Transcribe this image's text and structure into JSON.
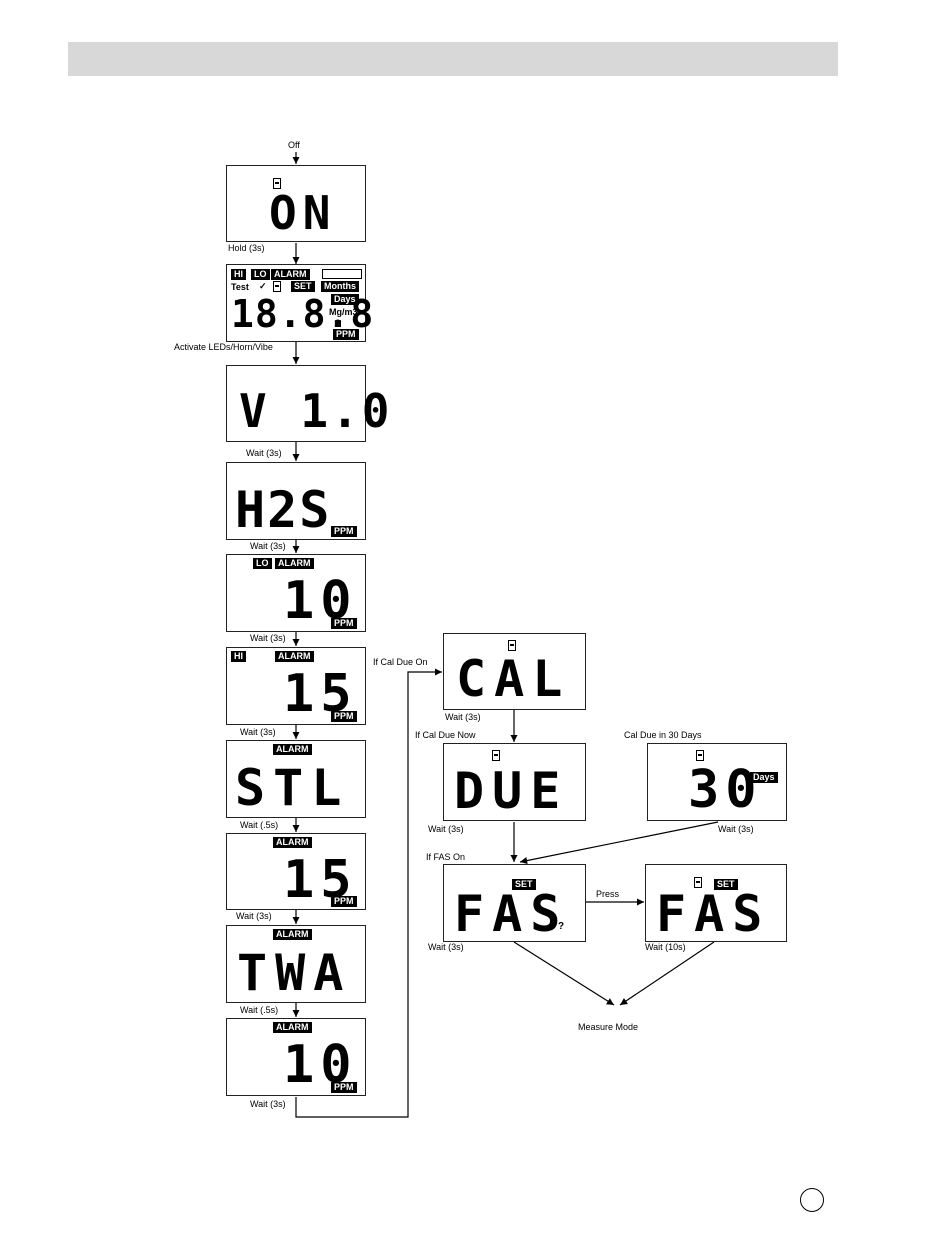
{
  "flow": {
    "off": "Off",
    "hold": "Hold (3s)",
    "activate": "Activate LEDs/Horn/Vibe",
    "wait3_a": "Wait (3s)",
    "wait3_b": "Wait (3s)",
    "wait3_c": "Wait (3s)",
    "wait3_d": "Wait (3s)",
    "wait05_a": "Wait (.5s)",
    "wait3_e": "Wait (3s)",
    "wait05_b": "Wait (.5s)",
    "wait3_f": "Wait (3s)",
    "if_cal_due_on": "If Cal Due On",
    "cal_wait": "Wait (3s)",
    "if_cal_due_now": "If Cal Due Now",
    "cal_due_30": "Cal Due in 30 Days",
    "due_wait": "Wait (3s)",
    "days_wait": "Wait (3s)",
    "if_fas_on": "If FAS On",
    "press": "Press",
    "fas_wait": "Wait (3s)",
    "fas2_wait": "Wait (10s)",
    "measure_mode": "Measure Mode"
  },
  "screens": {
    "on": "ON",
    "full_digits": "18.8.8",
    "version": "V 1.0",
    "gas": "H2S",
    "lo_value": "10",
    "hi_value": "15",
    "stl": "STL",
    "stl_value": "15",
    "twa": "TWA",
    "twa_value": "10",
    "cal": "CAL",
    "due": "DUE",
    "days_value": "30",
    "fas": "FAS",
    "fas2": "FAS"
  },
  "tags": {
    "ppm": "PPM",
    "lo": "LO",
    "hi": "HI",
    "alarm": "ALARM",
    "set": "SET",
    "days": "Days",
    "test": "Test",
    "check": "✓",
    "months": "Months",
    "mgm3": "Mg/m3",
    "q": "?"
  }
}
